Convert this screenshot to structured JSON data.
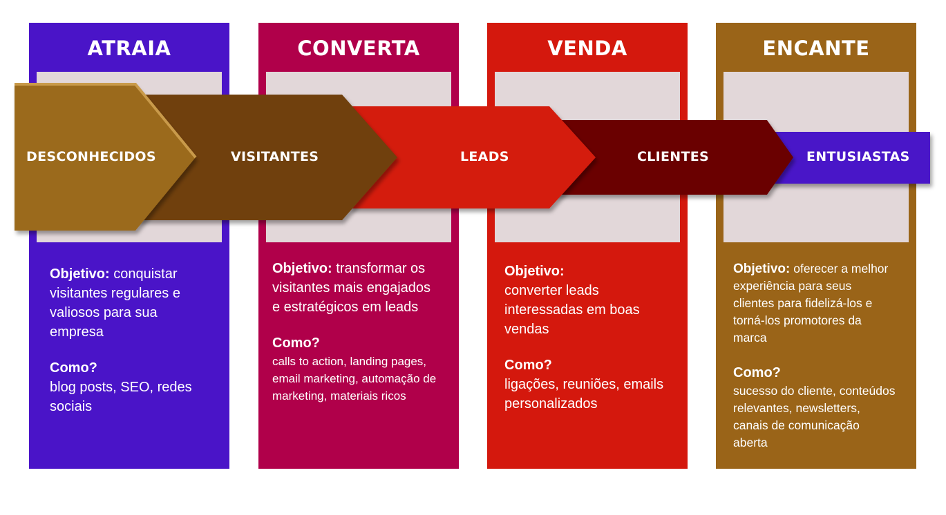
{
  "columns": [
    {
      "title": "ATRAIA",
      "objective_label": "Objetivo:",
      "objective_text": "conquistar visitantes regulares e valiosos para sua empresa",
      "how_label": "Como?",
      "how_text": "blog posts, SEO, redes sociais"
    },
    {
      "title": "CONVERTA",
      "objective_label": "Objetivo:",
      "objective_text": "transformar os visitantes mais engajados e estratégicos em leads",
      "how_label": "Como?",
      "how_text": "calls to action, landing pages, email marketing, automação de marketing, materiais ricos"
    },
    {
      "title": "VENDA",
      "objective_label": "Objetivo:",
      "objective_text": "converter leads interessadas em boas vendas",
      "how_label": "Como?",
      "how_text": "ligações, reuniões, emails personalizados"
    },
    {
      "title": "ENCANTE",
      "objective_label": "Objetivo:",
      "objective_text": "oferecer a melhor experiência para seus clientes para fidelizá-los e torná-los promotores da marca",
      "how_label": "Como?",
      "how_text": "sucesso do cliente, conteúdos relevantes, newsletters, canais de comunicação aberta"
    }
  ],
  "stages": [
    {
      "label": "DESCONHECIDOS",
      "color": "#9b6a1f"
    },
    {
      "label": "VISITANTES",
      "color": "#70400a"
    },
    {
      "label": "LEADS",
      "color": "#d41d0d"
    },
    {
      "label": "CLIENTES",
      "color": "#6a0004"
    },
    {
      "label": "ENTUSIASTAS",
      "color": "#4a14c8"
    }
  ]
}
